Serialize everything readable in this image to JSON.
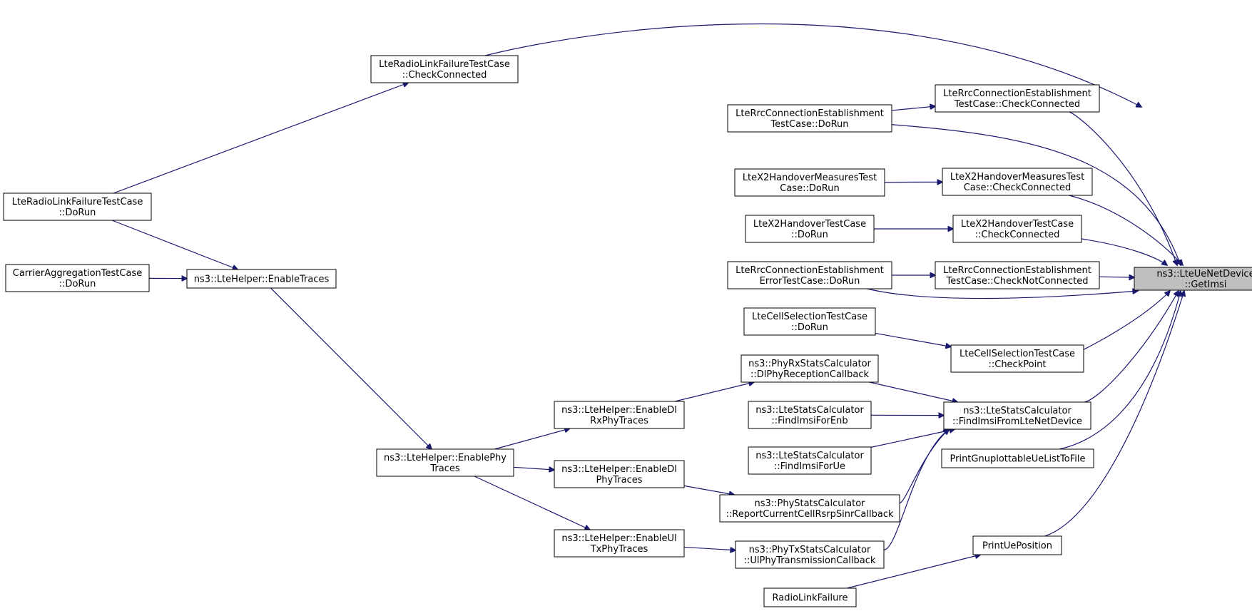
{
  "colors": {
    "edge": "#191970",
    "root_fill": "#bfbfbf",
    "node_fill": "#ffffff",
    "border": "#000000"
  },
  "root": {
    "id": "root",
    "lines": [
      "ns3::LteUeNetDevice",
      "::GetImsi"
    ]
  },
  "nodes": [
    {
      "id": "rlf_check",
      "lines": [
        "LteRadioLinkFailureTestCase",
        "::CheckConnected"
      ]
    },
    {
      "id": "rrc_dorun",
      "lines": [
        "LteRrcConnectionEstablishment",
        "TestCase::DoRun"
      ]
    },
    {
      "id": "rrc_check",
      "lines": [
        "LteRrcConnectionEstablishment",
        "TestCase::CheckConnected"
      ]
    },
    {
      "id": "x2m_dorun",
      "lines": [
        "LteX2HandoverMeasuresTest",
        "Case::DoRun"
      ]
    },
    {
      "id": "x2m_check",
      "lines": [
        "LteX2HandoverMeasuresTest",
        "Case::CheckConnected"
      ]
    },
    {
      "id": "x2_dorun",
      "lines": [
        "LteX2HandoverTestCase",
        "::DoRun"
      ]
    },
    {
      "id": "x2_check",
      "lines": [
        "LteX2HandoverTestCase",
        "::CheckConnected"
      ]
    },
    {
      "id": "rlf_dorun",
      "lines": [
        "LteRadioLinkFailureTestCase",
        "::DoRun"
      ]
    },
    {
      "id": "ca_dorun",
      "lines": [
        "CarrierAggregationTestCase",
        "::DoRun"
      ]
    },
    {
      "id": "enable_traces",
      "lines": [
        "ns3::LteHelper::EnableTraces"
      ]
    },
    {
      "id": "rrc_err_dorun",
      "lines": [
        "LteRrcConnectionEstablishment",
        "ErrorTestCase::DoRun"
      ]
    },
    {
      "id": "rrc_notconn",
      "lines": [
        "LteRrcConnectionEstablishment",
        "TestCase::CheckNotConnected"
      ]
    },
    {
      "id": "cell_dorun",
      "lines": [
        "LteCellSelectionTestCase",
        "::DoRun"
      ]
    },
    {
      "id": "cell_check",
      "lines": [
        "LteCellSelectionTestCase",
        "::CheckPoint"
      ]
    },
    {
      "id": "phyrx_cb",
      "lines": [
        "ns3::PhyRxStatsCalculator",
        "::DlPhyReceptionCallback"
      ]
    },
    {
      "id": "find_imsi_dev",
      "lines": [
        "ns3::LteStatsCalculator",
        "::FindImsiFromLteNetDevice"
      ]
    },
    {
      "id": "en_dl_rx",
      "lines": [
        "ns3::LteHelper::EnableDl",
        "RxPhyTraces"
      ]
    },
    {
      "id": "find_imsi_enb",
      "lines": [
        "ns3::LteStatsCalculator",
        "::FindImsiForEnb"
      ]
    },
    {
      "id": "find_imsi_ue",
      "lines": [
        "ns3::LteStatsCalculator",
        "::FindImsiForUe"
      ]
    },
    {
      "id": "print_gnuplot",
      "lines": [
        "PrintGnuplottableUeListToFile"
      ]
    },
    {
      "id": "en_phy",
      "lines": [
        "ns3::LteHelper::EnablePhy",
        "Traces"
      ]
    },
    {
      "id": "en_dl_phy",
      "lines": [
        "ns3::LteHelper::EnableDl",
        "PhyTraces"
      ]
    },
    {
      "id": "phystats_cb",
      "lines": [
        "ns3::PhyStatsCalculator",
        "::ReportCurrentCellRsrpSinrCallback"
      ]
    },
    {
      "id": "en_ul_tx",
      "lines": [
        "ns3::LteHelper::EnableUl",
        "TxPhyTraces"
      ]
    },
    {
      "id": "phytx_cb",
      "lines": [
        "ns3::PhyTxStatsCalculator",
        "::UlPhyTransmissionCallback"
      ]
    },
    {
      "id": "print_uepos",
      "lines": [
        "PrintUePosition"
      ]
    },
    {
      "id": "rlf",
      "lines": [
        "RadioLinkFailure"
      ]
    }
  ],
  "edges": [
    {
      "from": "rlf_check",
      "to": "root"
    },
    {
      "from": "rrc_check",
      "to": "root"
    },
    {
      "from": "rrc_dorun",
      "to": "rrc_check"
    },
    {
      "from": "rrc_dorun",
      "to": "root"
    },
    {
      "from": "x2m_check",
      "to": "root"
    },
    {
      "from": "x2m_dorun",
      "to": "x2m_check"
    },
    {
      "from": "x2_check",
      "to": "root"
    },
    {
      "from": "x2_dorun",
      "to": "x2_check"
    },
    {
      "from": "rlf_dorun",
      "to": "rlf_check"
    },
    {
      "from": "rlf_dorun",
      "to": "enable_traces"
    },
    {
      "from": "ca_dorun",
      "to": "enable_traces"
    },
    {
      "from": "enable_traces",
      "to": "en_phy"
    },
    {
      "from": "rrc_notconn",
      "to": "root"
    },
    {
      "from": "rrc_err_dorun",
      "to": "rrc_notconn"
    },
    {
      "from": "rrc_err_dorun",
      "to": "root"
    },
    {
      "from": "cell_check",
      "to": "root"
    },
    {
      "from": "cell_dorun",
      "to": "cell_check"
    },
    {
      "from": "find_imsi_dev",
      "to": "root"
    },
    {
      "from": "phyrx_cb",
      "to": "find_imsi_dev"
    },
    {
      "from": "find_imsi_enb",
      "to": "find_imsi_dev"
    },
    {
      "from": "find_imsi_ue",
      "to": "find_imsi_dev"
    },
    {
      "from": "phystats_cb",
      "to": "find_imsi_dev"
    },
    {
      "from": "phytx_cb",
      "to": "find_imsi_dev"
    },
    {
      "from": "print_gnuplot",
      "to": "root"
    },
    {
      "from": "print_uepos",
      "to": "root"
    },
    {
      "from": "rlf",
      "to": "print_uepos"
    },
    {
      "from": "en_dl_rx",
      "to": "phyrx_cb"
    },
    {
      "from": "en_phy",
      "to": "en_dl_rx"
    },
    {
      "from": "en_phy",
      "to": "en_dl_phy"
    },
    {
      "from": "en_phy",
      "to": "en_ul_tx"
    },
    {
      "from": "en_dl_phy",
      "to": "phystats_cb"
    },
    {
      "from": "en_ul_tx",
      "to": "phytx_cb"
    }
  ]
}
